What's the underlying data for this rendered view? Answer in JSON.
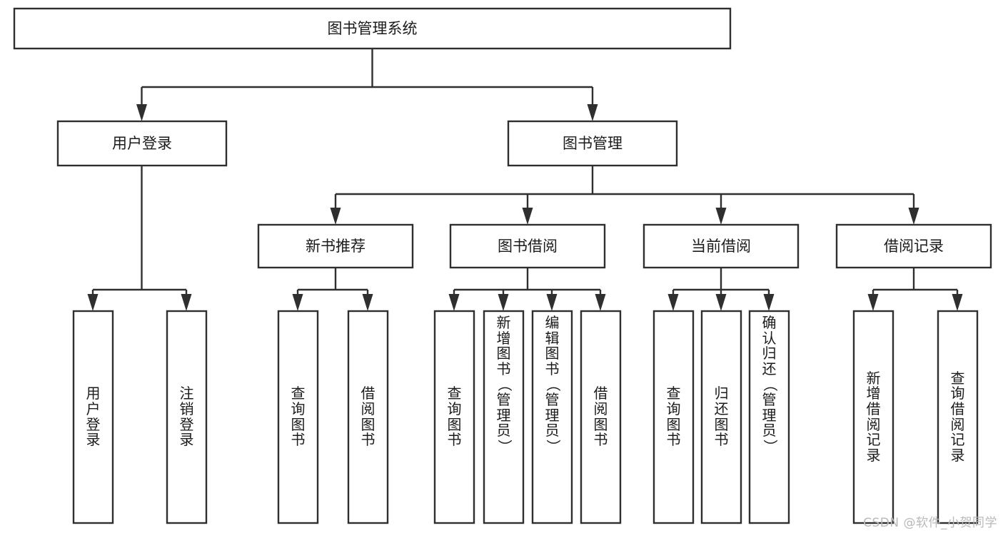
{
  "diagram": {
    "title": "图书管理系统",
    "type": "tree",
    "watermark": "CSDN @软件_小贺同学",
    "colors": {
      "stroke": "#2f2f2f",
      "box_fill": "#ffffff",
      "text": "#1b1b1b",
      "background": "#ffffff",
      "watermark": "#b9b9b9"
    },
    "levels": {
      "root": {
        "label": "图书管理系统"
      },
      "level2": [
        {
          "label": "用户登录"
        },
        {
          "label": "图书管理"
        }
      ],
      "level3": [
        {
          "label": "新书推荐"
        },
        {
          "label": "图书借阅"
        },
        {
          "label": "当前借阅"
        },
        {
          "label": "借阅记录"
        }
      ],
      "leaves": [
        {
          "label": "用户登录",
          "parent": "用户登录"
        },
        {
          "label": "注销登录",
          "parent": "用户登录"
        },
        {
          "label": "查询图书",
          "parent": "新书推荐"
        },
        {
          "label": "借阅图书",
          "parent": "新书推荐"
        },
        {
          "label": "查询图书",
          "parent": "图书借阅"
        },
        {
          "label": "新增图书（管理员）",
          "parent": "图书借阅"
        },
        {
          "label": "编辑图书（管理员）",
          "parent": "图书借阅"
        },
        {
          "label": "借阅图书",
          "parent": "图书借阅"
        },
        {
          "label": "查询图书",
          "parent": "当前借阅"
        },
        {
          "label": "归还图书",
          "parent": "当前借阅"
        },
        {
          "label": "确认归还（管理员）",
          "parent": "当前借阅"
        },
        {
          "label": "新增借阅记录",
          "parent": "借阅记录"
        },
        {
          "label": "查询借阅记录",
          "parent": "借阅记录"
        }
      ]
    }
  }
}
